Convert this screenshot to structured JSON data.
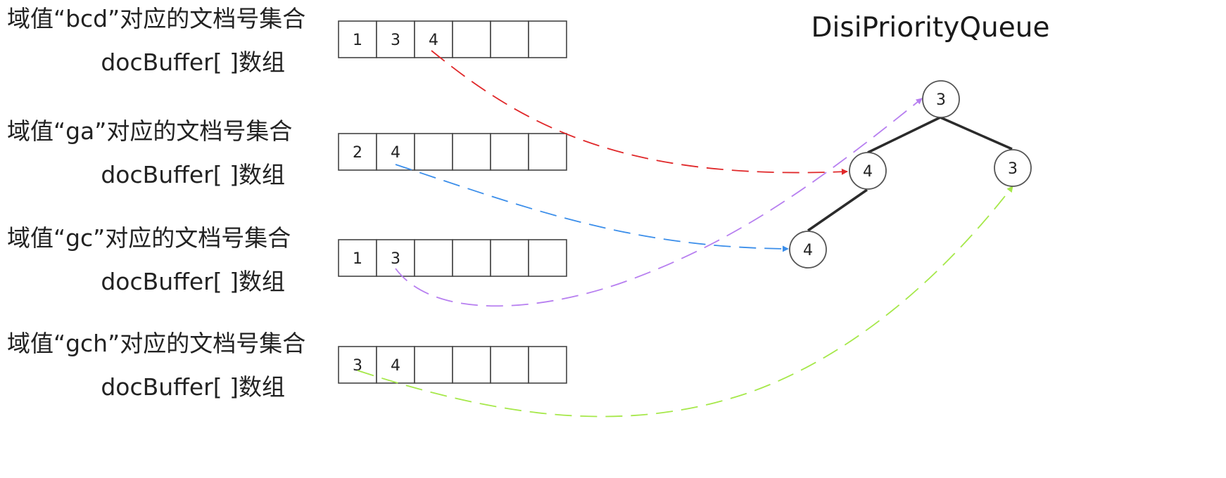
{
  "title": "DisiPriorityQueue",
  "colors": {
    "highlight_text": "#e0282a",
    "arrow_red": "#e0282a",
    "arrow_blue": "#3b8eea",
    "arrow_purple": "#b77ff0",
    "arrow_green": "#a6e84a",
    "text": "#222222"
  },
  "groups": [
    {
      "label": "域值“bcd”对应的文档号集合",
      "buffer_label": "docBuffer[ ]数组",
      "cells": [
        "1",
        "3",
        "4",
        "",
        "",
        ""
      ],
      "highlight_index": 2
    },
    {
      "label": "域值“ga”对应的文档号集合",
      "buffer_label": "docBuffer[ ]数组",
      "cells": [
        "2",
        "4",
        "",
        "",
        "",
        ""
      ],
      "highlight_index": 1
    },
    {
      "label": "域值“gc”对应的文档号集合",
      "buffer_label": "docBuffer[ ]数组",
      "cells": [
        "1",
        "3",
        "",
        "",
        "",
        ""
      ],
      "highlight_index": 1
    },
    {
      "label": "域值“gch”对应的文档号集合",
      "buffer_label": "docBuffer[ ]数组",
      "cells": [
        "3",
        "4",
        "",
        "",
        "",
        ""
      ],
      "highlight_index": 0
    }
  ],
  "heap_nodes": [
    {
      "id": "root",
      "value": "3"
    },
    {
      "id": "left",
      "value": "4"
    },
    {
      "id": "right",
      "value": "3"
    },
    {
      "id": "left-left",
      "value": "4"
    }
  ],
  "heap_edges": [
    {
      "from": "root",
      "to": "left"
    },
    {
      "from": "root",
      "to": "right"
    },
    {
      "from": "left",
      "to": "left-left"
    }
  ],
  "arrows": [
    {
      "from_group": 0,
      "to_node": "left",
      "color_key": "arrow_red"
    },
    {
      "from_group": 1,
      "to_node": "left-left",
      "color_key": "arrow_blue"
    },
    {
      "from_group": 2,
      "to_node": "root",
      "color_key": "arrow_purple"
    },
    {
      "from_group": 3,
      "to_node": "right",
      "color_key": "arrow_green"
    }
  ]
}
